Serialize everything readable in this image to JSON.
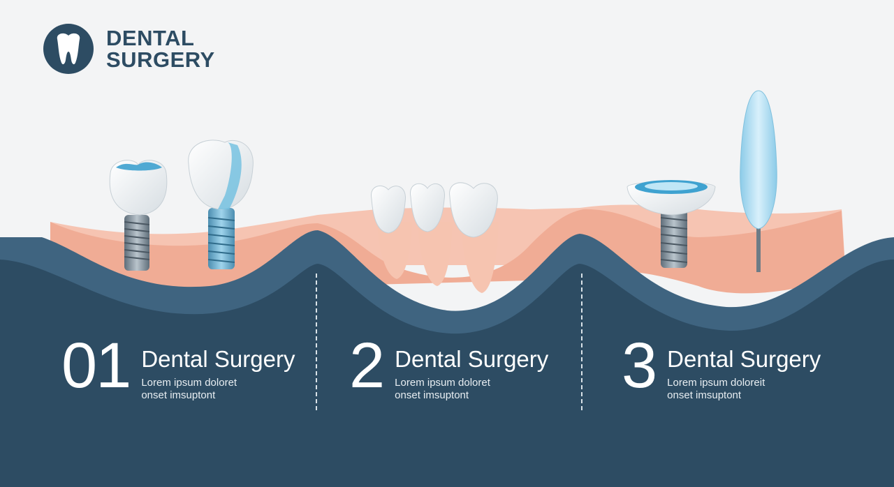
{
  "logo": {
    "line1": "DENTAL",
    "line2": "SURGERY",
    "icon": "tooth-icon"
  },
  "colors": {
    "navy": "#2d4c63",
    "navy_light": "#3f6480",
    "gum": "#f2b39e",
    "accent": "#5bb7de"
  },
  "steps": [
    {
      "number": "01",
      "title": "Dental Surgery",
      "desc_line1": "Lorem ipsum doloret",
      "desc_line2": "onset imsuptont"
    },
    {
      "number": "2",
      "title": "Dental Surgery",
      "desc_line1": "Lorem ipsum doloret",
      "desc_line2": "onset imsuptont"
    },
    {
      "number": "3",
      "title": "Dental Surgery",
      "desc_line1": "Lorem ipsum doloreit",
      "desc_line2": "onset imsuptont"
    }
  ]
}
